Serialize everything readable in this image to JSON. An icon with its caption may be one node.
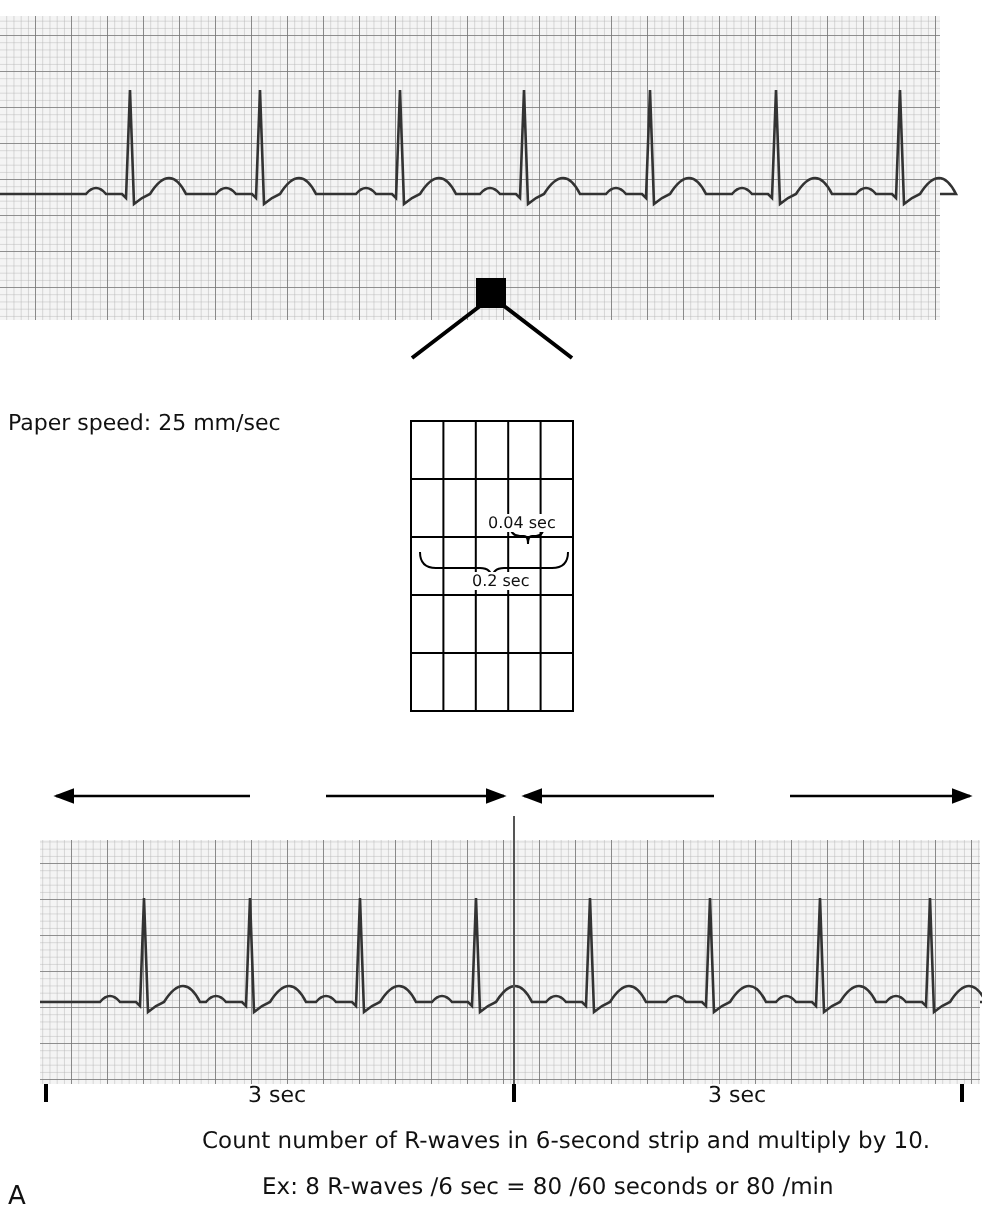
{
  "diagram": {
    "labels": [
      "Paper speed: 25 mm/sec",
      "0.04 sec",
      "0.2 sec",
      "3 sec",
      "3 sec",
      "Count number of R-waves in 6-second strip and multiply by 10.",
      "Ex: 8 R-waves /6 sec = 80 /60 seconds or 80 /min",
      "A"
    ]
  }
}
